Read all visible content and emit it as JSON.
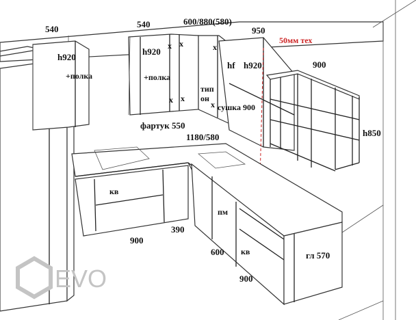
{
  "labels": {
    "top_left_width": "540",
    "top_left_height": "h920",
    "top_left_shelf": "+полка",
    "top_mid_width": "540",
    "top_mid_height": "h920",
    "top_mid_shelf": "+полка",
    "top_mid_x1": "x",
    "top_mid_x2": "x",
    "top_mid_x3": "x",
    "top_mid_x4": "x",
    "corner_dims": "600/880(580)",
    "corner_x1": "x",
    "corner_type": "тип",
    "corner_on": "он",
    "corner_x2": "x",
    "dryer": "сушка 900",
    "right_width": "950",
    "right_hf": "hf",
    "right_height": "h920",
    "tech_gap": "50мм тех",
    "shelf_width": "900",
    "shelf_height": "h850",
    "backsplash": "фартук 550",
    "countertop_corner": "1180/580",
    "kv_left": "кв",
    "base_left_width": "900",
    "base_390": "390",
    "pm": "пм",
    "base_600": "600",
    "kv_right": "кв",
    "base_right_width": "900",
    "depth": "гл 570"
  },
  "logo": {
    "text": "EVO",
    "color": "#c4c4c4"
  }
}
